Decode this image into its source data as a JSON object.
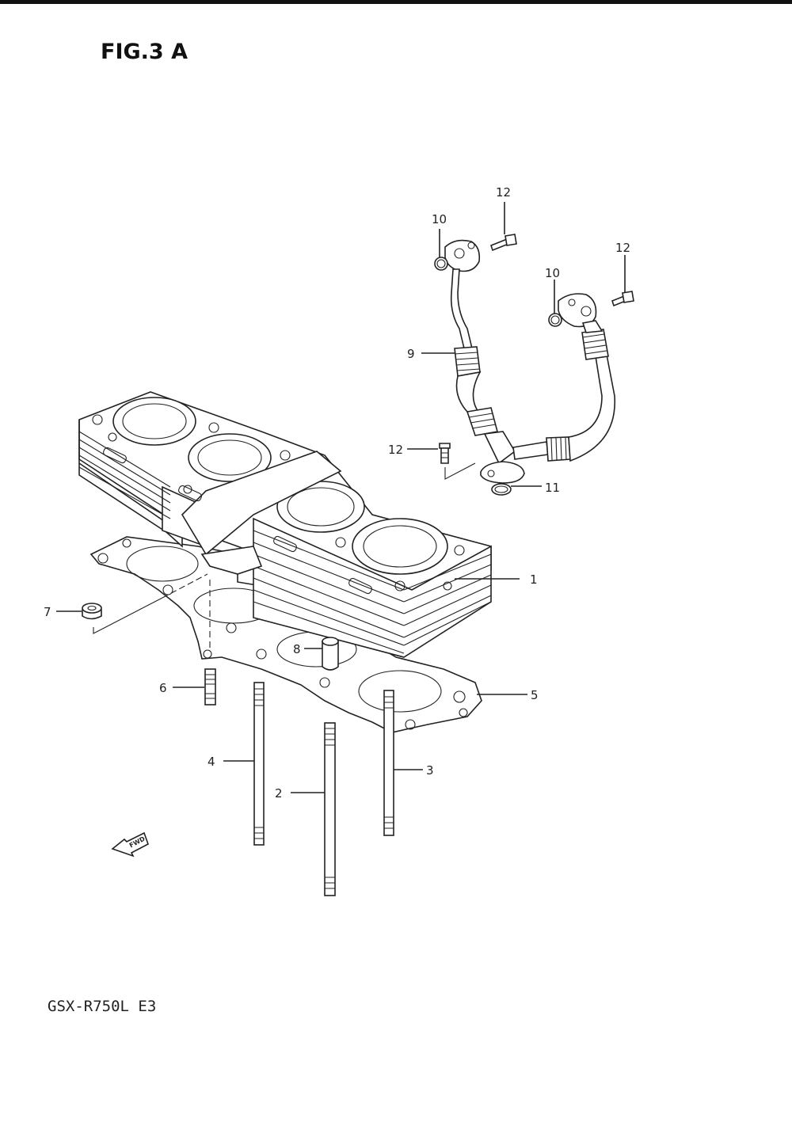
{
  "figure": {
    "title": "FIG.3 A",
    "model_code": "GSX-R750L  E3",
    "fwd_label": "FWD"
  },
  "callouts": {
    "c1": "1",
    "c2": "2",
    "c3": "3",
    "c4": "4",
    "c5": "5",
    "c6": "6",
    "c7": "7",
    "c8": "8",
    "c9": "9",
    "c10a": "10",
    "c10b": "10",
    "c11": "11",
    "c12a": "12",
    "c12b": "12",
    "c12c": "12"
  },
  "colors": {
    "ink": "#222222",
    "paper": "#ffffff"
  }
}
